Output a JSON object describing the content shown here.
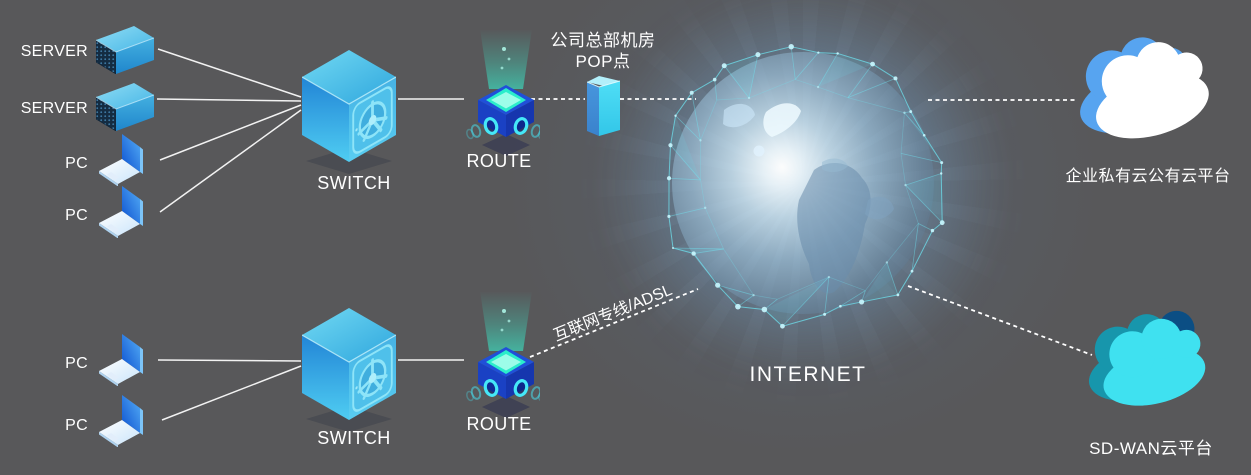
{
  "canvas": {
    "background": "#58585a"
  },
  "palette": {
    "line": "#f2f2f2",
    "dashed_line": "#ffffff",
    "switch_blue": "#3cb6e6",
    "router_blue": "#1b44c8",
    "router_glow_teal": "#2bedcb",
    "pop_cyan": "#41d6f2",
    "cloud_blue": "#57a4f0",
    "cloud_cyan": "#3fe1f0",
    "mesh_cyan": "#6ee8f5"
  },
  "icons": {
    "server": "server-box-icon",
    "pc": "laptop-icon",
    "switch": "switch-cube-icon",
    "router": "router-cube-icon",
    "pop": "pop-pillar-icon",
    "internet": "internet-globe-icon",
    "enterprise_cloud": "cloud-3d-blue-icon",
    "sdwan_cloud": "cloud-3d-cyan-icon"
  },
  "hq_lan": {
    "devices": [
      {
        "type": "server",
        "label": "SERVER"
      },
      {
        "type": "server",
        "label": "SERVER"
      },
      {
        "type": "pc",
        "label": "PC"
      },
      {
        "type": "pc",
        "label": "PC"
      }
    ],
    "switch": {
      "label": "SWITCH"
    },
    "router": {
      "label": "ROUTE"
    },
    "pop": {
      "line1": "公司总部机房",
      "line2": "POP点"
    }
  },
  "branch_lan": {
    "devices": [
      {
        "type": "pc",
        "label": "PC"
      },
      {
        "type": "pc",
        "label": "PC"
      }
    ],
    "switch": {
      "label": "SWITCH"
    },
    "router": {
      "label": "ROUTE"
    },
    "wan_link": {
      "label": "互联网专线/ADSL"
    }
  },
  "internet": {
    "label": "INTERNET"
  },
  "clouds": {
    "enterprise": {
      "label": "企业私有云公有云平台"
    },
    "sdwan": {
      "label": "SD-WAN云平台"
    }
  }
}
